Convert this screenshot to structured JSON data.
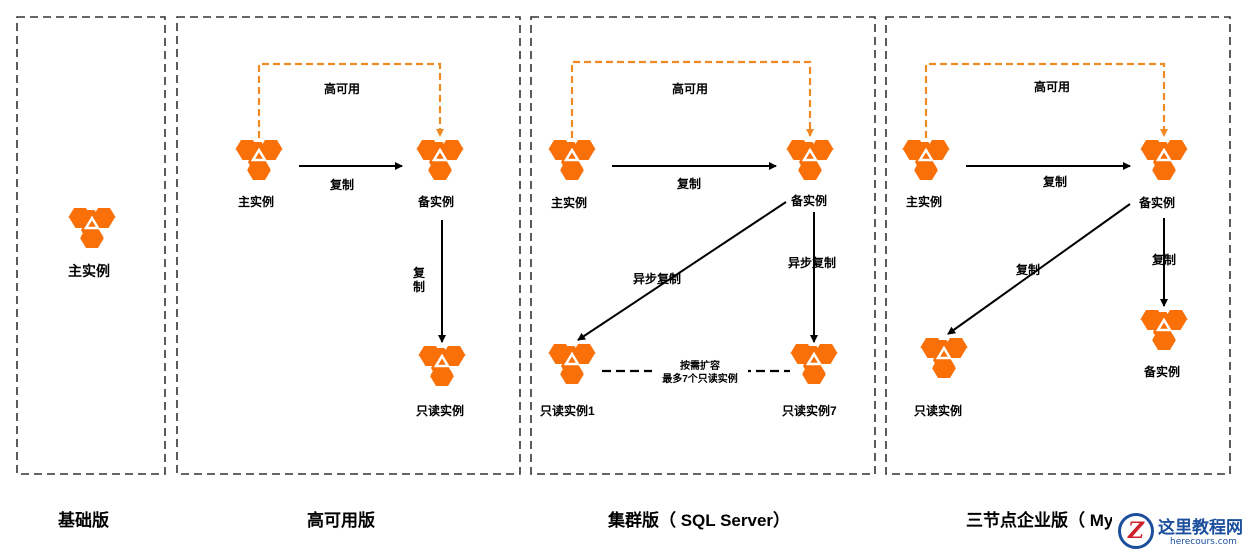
{
  "colors": {
    "node": "#f96f08",
    "ha_arrow": "#f08a24",
    "border": "#333333",
    "arrow": "#000000"
  },
  "icon": "triple-hexagon-instance-icon",
  "panels": {
    "basic": {
      "primary": "主实例"
    },
    "ha": {
      "high_availability": "高可用",
      "primary": "主实例",
      "standby": "备实例",
      "replicate_h": "复制",
      "replicate_v": "复制",
      "read_only": "只读实例"
    },
    "cluster": {
      "high_availability": "高可用",
      "primary": "主实例",
      "standby": "备实例",
      "replicate": "复制",
      "async_left": "异步复制",
      "async_right": "异步复制",
      "read_only_1": "只读实例1",
      "read_only_7": "只读实例7",
      "scale_line1": "按需扩容",
      "scale_line2": "最多7个只读实例"
    },
    "threenode": {
      "high_availability": "高可用",
      "primary": "主实例",
      "standby": "备实例",
      "replicate_h": "复制",
      "replicate_left": "复制",
      "replicate_down": "复制",
      "read_only": "只读实例",
      "standby2": "备实例"
    }
  },
  "captions": {
    "basic": "基础版",
    "ha": "高可用版",
    "cluster": "集群版（ SQL Server）",
    "threenode": "三节点企业版（ MySQL）"
  },
  "watermark": {
    "logo": "Z",
    "title": "这里教程网",
    "url": "herecours.com"
  }
}
